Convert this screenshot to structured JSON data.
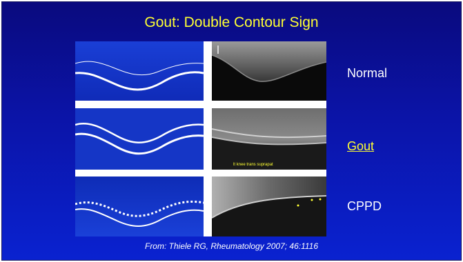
{
  "slide": {
    "title": "Gout: Double Contour Sign",
    "rows": [
      {
        "label": "Normal",
        "style": "normal"
      },
      {
        "label": "Gout",
        "style": "gout"
      },
      {
        "label": "CPPD",
        "style": "cppd"
      }
    ],
    "ultrasound_caption": "lt knee trans suprapat",
    "citation": "From: Thiele RG, Rheumatology 2007; 46:1116"
  },
  "colors": {
    "background": "#0b14a8",
    "title": "#ffff33",
    "diagram_blue": "#1233c8",
    "label": "#ffffff"
  }
}
